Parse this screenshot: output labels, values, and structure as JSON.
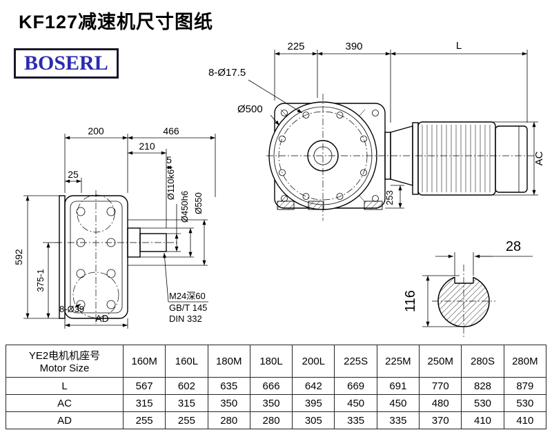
{
  "page": {
    "title": "KF127减速机尺寸图纸",
    "brand": "BOSERL"
  },
  "drawing": {
    "side_view": {
      "dim_200": "200",
      "dim_466": "466",
      "dim_210": "210",
      "dim_5": "5",
      "dim_25": "25",
      "dim_592": "592",
      "dim_375": "375-1",
      "bolt_note": "8-Ø39",
      "dim_ad": "AD",
      "shaft_dia": "Ø110k6",
      "hub_dia": "Ø450h6",
      "flange_dia": "Ø550",
      "tap_note_1": "M24深60",
      "tap_note_2": "GB/T 145",
      "tap_note_3": "DIN 332"
    },
    "front_view": {
      "dim_225": "225",
      "dim_390": "390",
      "dim_L": "L",
      "bolt_note": "8-Ø17.5",
      "flange_dia": "Ø500",
      "dim_ac": "AC",
      "dim_253": "253"
    },
    "shaft_section": {
      "key_width": "28",
      "bore_dia": "116"
    }
  },
  "table": {
    "header_label_cn": "YE2电机机座号",
    "header_label_en": "Motor Size",
    "columns": [
      "160M",
      "160L",
      "180M",
      "180L",
      "200L",
      "225S",
      "225M",
      "250M",
      "280S",
      "280M"
    ],
    "rows": [
      {
        "label": "L",
        "values": [
          "567",
          "602",
          "635",
          "666",
          "642",
          "669",
          "691",
          "770",
          "828",
          "879"
        ]
      },
      {
        "label": "AC",
        "values": [
          "315",
          "315",
          "350",
          "350",
          "395",
          "450",
          "450",
          "480",
          "530",
          "530"
        ]
      },
      {
        "label": "AD",
        "values": [
          "255",
          "255",
          "280",
          "280",
          "305",
          "335",
          "335",
          "370",
          "410",
          "410"
        ]
      }
    ]
  }
}
